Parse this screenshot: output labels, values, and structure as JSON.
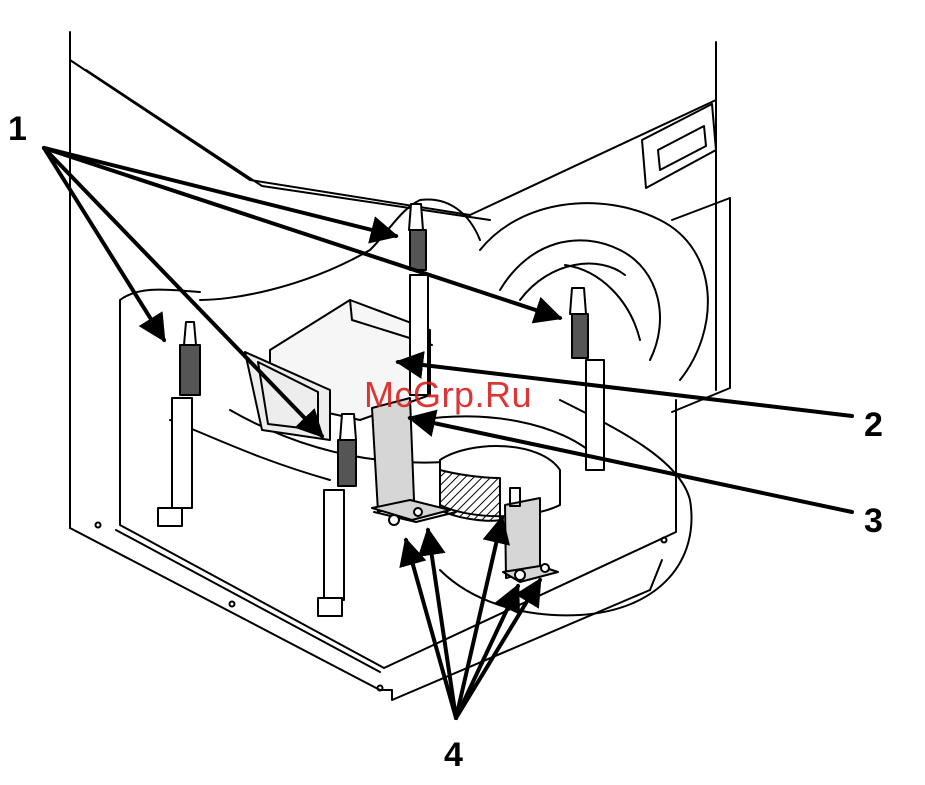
{
  "diagram": {
    "callouts": {
      "c1": "1",
      "c2": "2",
      "c3": "3",
      "c4": "4"
    },
    "watermark": "McGrp.Ru",
    "colors": {
      "line": "#000000",
      "background": "#ffffff",
      "bracket_fill": "#d6d6d6",
      "watermark": "#d81c1c"
    },
    "parts": [
      "shock-absorber",
      "counterweight",
      "mounting-bracket",
      "bracket-screw"
    ]
  }
}
